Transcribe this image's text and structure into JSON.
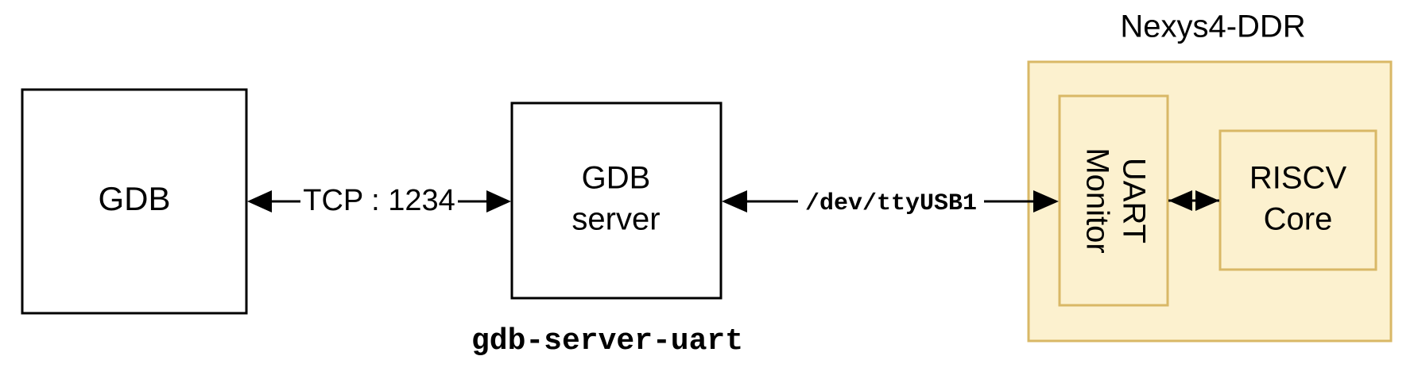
{
  "nodes": {
    "gdb": {
      "label": "GDB"
    },
    "gdb_server": {
      "label_line1": "GDB",
      "label_line2": "server",
      "caption": "gdb-server-uart"
    },
    "board": {
      "title": "Nexys4-DDR"
    },
    "uart_monitor": {
      "label_line1": "UART",
      "label_line2": "Monitor"
    },
    "riscv_core": {
      "label_line1": "RISCV",
      "label_line2": "Core"
    }
  },
  "edges": {
    "gdb_to_server": {
      "label": "TCP : 1234"
    },
    "server_to_uart": {
      "label": "/dev/ttyUSB1"
    },
    "uart_to_core": {
      "label": ""
    }
  },
  "colors": {
    "stroke": "#000000",
    "board_fill": "#fcf1cf",
    "board_stroke": "#d9b866"
  }
}
